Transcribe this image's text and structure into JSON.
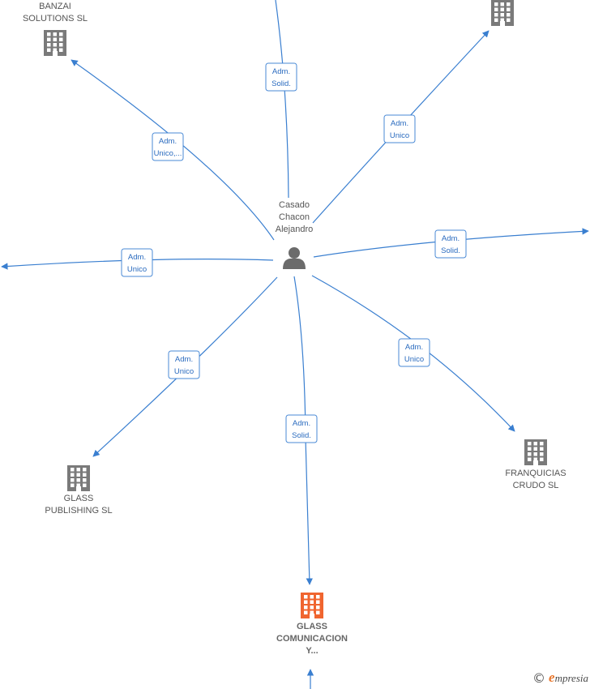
{
  "colors": {
    "edge": "#3a7fd0",
    "building": "#7a7a7a",
    "building_highlight": "#f0652f",
    "person": "#6b6b6b"
  },
  "center": {
    "id": "person",
    "label_lines": [
      "Casado",
      "Chacon",
      "Alejandro"
    ],
    "icon": "person-icon"
  },
  "nodes": [
    {
      "id": "banzai",
      "label_lines": [
        "BANZAI",
        "SOLUTIONS SL"
      ],
      "icon": "building-icon",
      "highlight": false
    },
    {
      "id": "top-right",
      "label_lines": [],
      "icon": "building-icon",
      "highlight": false
    },
    {
      "id": "glass-publishing",
      "label_lines": [
        "GLASS",
        "PUBLISHING SL"
      ],
      "icon": "building-icon",
      "highlight": false
    },
    {
      "id": "franquicias",
      "label_lines": [
        "FRANQUICIAS",
        "CRUDO SL"
      ],
      "icon": "building-icon",
      "highlight": false
    },
    {
      "id": "glass-comunicacion",
      "label_lines": [
        "GLASS",
        "COMUNICACION",
        "Y..."
      ],
      "icon": "building-icon",
      "highlight": true
    }
  ],
  "edges": [
    {
      "id": "to-top",
      "label_lines": [
        "Adm.",
        "Solid."
      ]
    },
    {
      "id": "to-banzai",
      "label_lines": [
        "Adm.",
        "Unico,..."
      ]
    },
    {
      "id": "to-top-right",
      "label_lines": [
        "Adm.",
        "Unico"
      ]
    },
    {
      "id": "to-right",
      "label_lines": [
        "Adm.",
        "Solid."
      ]
    },
    {
      "id": "to-left",
      "label_lines": [
        "Adm.",
        "Unico"
      ]
    },
    {
      "id": "to-glass-publishing",
      "label_lines": [
        "Adm.",
        "Unico"
      ]
    },
    {
      "id": "to-franquicias",
      "label_lines": [
        "Adm.",
        "Unico"
      ]
    },
    {
      "id": "to-glass-comunicacion",
      "label_lines": [
        "Adm.",
        "Solid."
      ]
    },
    {
      "id": "from-bottom",
      "label_lines": []
    }
  ],
  "brand": {
    "copyright": "©",
    "name": "mpresia",
    "initial": "e"
  }
}
